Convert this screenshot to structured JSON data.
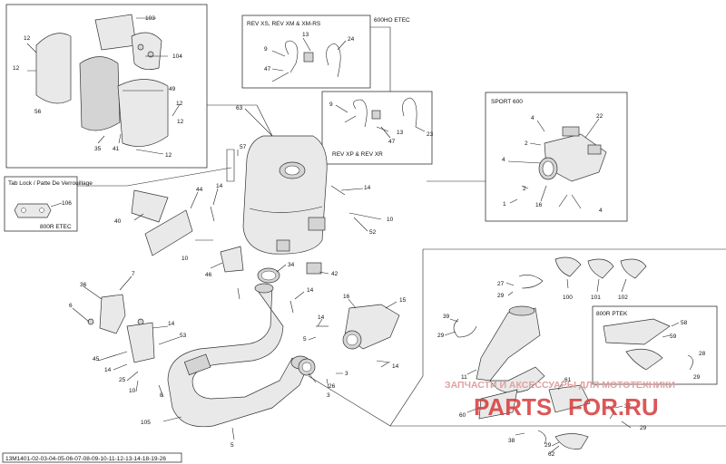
{
  "diagram_code": "13M1401-02-03-04-05-06-07-08-09-10-11-12-13-14-18-19-26",
  "boxes": {
    "rev_xs_title": "REV XS, REV XM & XM-RS",
    "etec_600ho": "600HO ETEC",
    "rev_xp_title": "REV XP & REV XR",
    "sport600_title": "SPORT 600",
    "tablock_title": "Tab Lock / Patte De Verrouillage",
    "etec_800r": "800R ETEC",
    "ptek_800r": "800R PTEK"
  },
  "watermark": {
    "line1": "ЗАПЧАСТИ И АКСЕССУАРЫ ДЛЯ МОТОТЕХНИКИ",
    "line2a": "PARTS",
    "line2b": "FOR.RU"
  },
  "callouts": {
    "c103": "103",
    "c12a": "12",
    "c12b": "12",
    "c104": "104",
    "c56": "56",
    "c49": "49",
    "c12c": "12",
    "c12d": "12",
    "c35": "35",
    "c41": "41",
    "c9a": "9",
    "c13a": "13",
    "c24": "24",
    "c47a": "47",
    "c9b": "9",
    "c13b": "13",
    "c47b": "47",
    "c23": "23",
    "c63": "63",
    "c4a": "4",
    "c2a": "2",
    "c22": "22",
    "c4b": "4",
    "c2b": "2",
    "c1": "1",
    "c16": "16",
    "c4c": "4",
    "c106": "106",
    "c57": "57",
    "c44": "44",
    "c14a": "14",
    "c14b": "14",
    "c10a": "10",
    "c52": "52",
    "c40": "40",
    "c10b": "10",
    "c46": "46",
    "c34": "34",
    "c42": "42",
    "c7": "7",
    "c36": "36",
    "c6": "6",
    "c14c": "14",
    "c14d": "14",
    "c16b": "16",
    "c15": "15",
    "c53": "53",
    "c45": "45",
    "c14e": "14",
    "c25": "25",
    "c10c": "10",
    "c8": "8",
    "c3a": "3",
    "c5a": "5",
    "c14f": "14",
    "c3b": "3",
    "c26": "26",
    "c105": "105",
    "c5b": "5",
    "c27": "27",
    "c29a": "29",
    "c100": "100",
    "c101": "101",
    "c102": "102",
    "c39": "39",
    "c29b": "29",
    "c58": "58",
    "c59": "59",
    "c28": "28",
    "c29c": "29",
    "c11": "11",
    "c61": "61",
    "c60": "60",
    "c37": "37",
    "c29d": "29",
    "c38": "38",
    "c29e": "29",
    "c62": "62"
  },
  "icons": [
    "exhaust-pipe-drawing",
    "muffler-drawing",
    "airbox-drawing",
    "spring-drawing"
  ]
}
